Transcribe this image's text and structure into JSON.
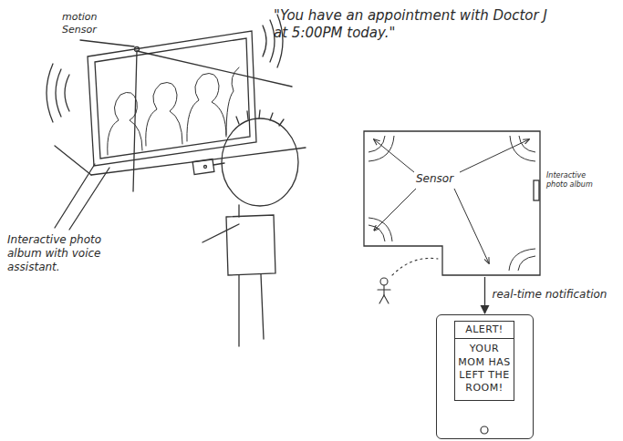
{
  "diagram": {
    "nodes": [
      {
        "text": [
          "Sensor"
        ]
      },
      {
        "text": [
          "ALERT!",
          "YOUR MOM HAS LEFT THE ROOM!"
        ]
      }
    ],
    "edges": [
      {
        "from": 0,
        "to": 1,
        "arrow": "to",
        "label": "real-time notification"
      }
    ],
    "labels": [
      "motion Sensor",
      "\"You have an appointment with Doctor J at 5:00PM today.\"",
      "Interactive photo album with voice assistant.",
      "Interactive photo album"
    ]
  }
}
